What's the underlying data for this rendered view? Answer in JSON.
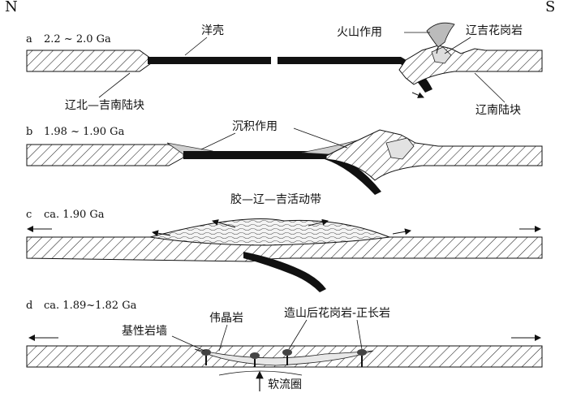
{
  "compass": {
    "north": "N",
    "south": "S"
  },
  "panels": [
    {
      "letter": "a",
      "age": "2.2 ~ 2.0 Ga"
    },
    {
      "letter": "b",
      "age": "1.98 ~ 1.90 Ga"
    },
    {
      "letter": "c",
      "age": "ca. 1.90 Ga"
    },
    {
      "letter": "d",
      "age": "ca. 1.89~1.82 Ga"
    }
  ],
  "labels": {
    "ocean_crust": "洋壳",
    "volcanism": "火山作用",
    "liaoji_granite": "辽吉花岗岩",
    "n_block": "辽北—吉南陆块",
    "s_block": "辽南陆块",
    "sedimentation": "沉积作用",
    "mobile_belt": "胶—辽—吉活动带",
    "pegmatite": "伟晶岩",
    "post_orogenic": "造山后花岗岩-正长岩",
    "mafic_dyke": "基性岩墙",
    "asthenosphere": "软流圈"
  }
}
